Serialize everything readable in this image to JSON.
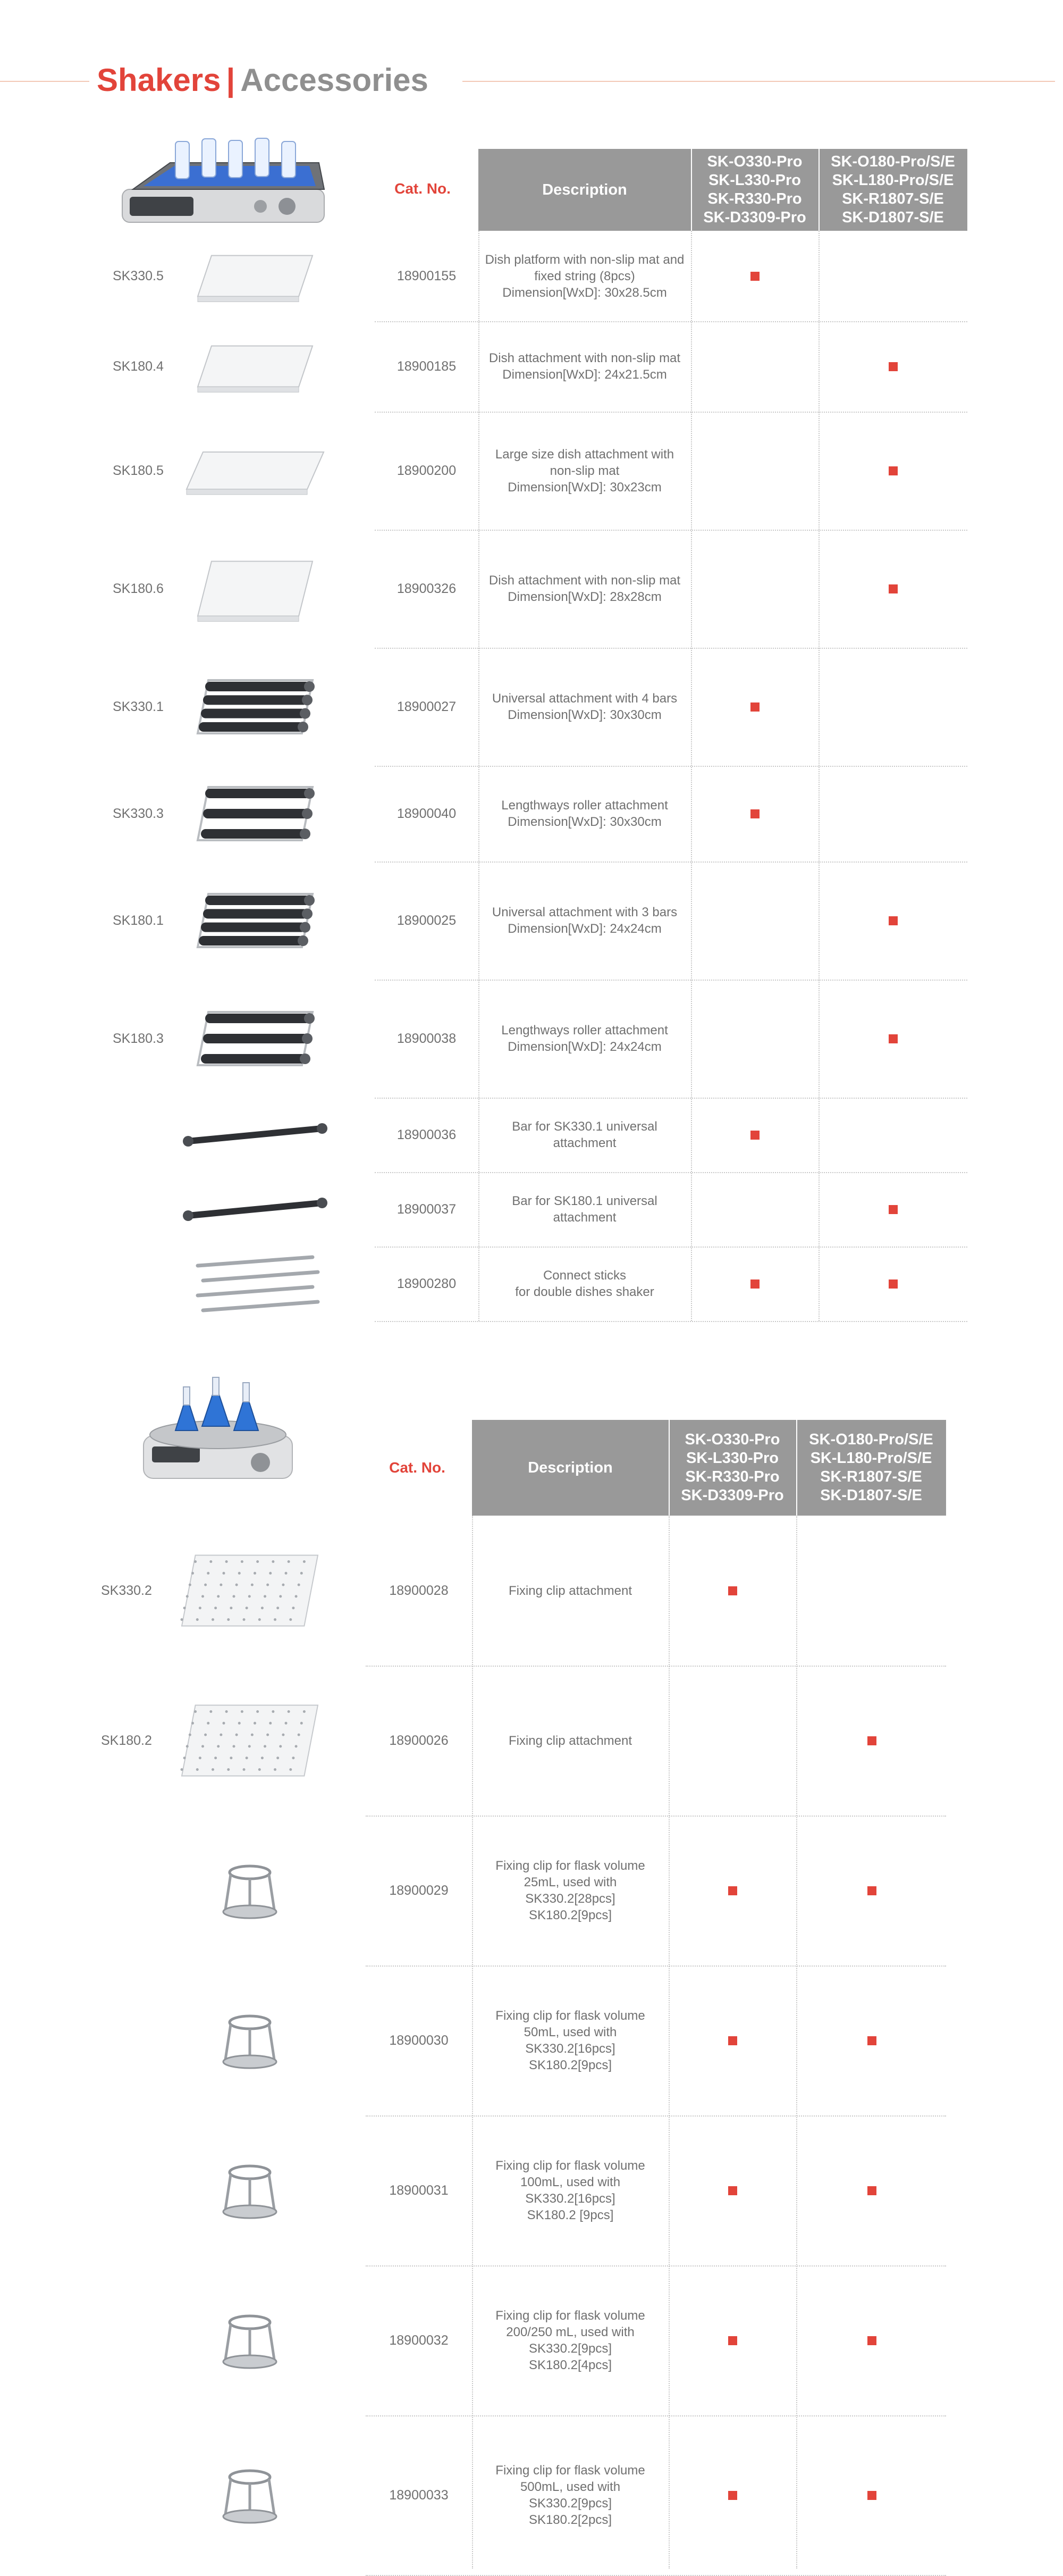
{
  "header": {
    "title_main": "Shakers",
    "separator": "|",
    "title_sub": "Accessories"
  },
  "colors": {
    "accent": "#e2443a",
    "header_fill": "#999999",
    "title_grey": "#8f8f8f",
    "mark": "#e2443a"
  },
  "table1": {
    "cat_label": "Cat. No.",
    "desc_label": "Description",
    "col1_models": [
      "SK-O330-Pro",
      "SK-L330-Pro",
      "SK-R330-Pro",
      "SK-D3309-Pro"
    ],
    "col2_models": [
      "SK-O180-Pro/S/E",
      "SK-L180-Pro/S/E",
      "SK-R1807-S/E",
      "SK-D1807-S/E"
    ],
    "rows": [
      {
        "model": "SK330.5",
        "cat": "18900155",
        "desc": [
          "Dish platform with non-slip mat and",
          "fixed string (8pcs)",
          "Dimension[WxD]: 30x28.5cm"
        ],
        "c1": true,
        "c2": false,
        "icon": "dish-platform-icon"
      },
      {
        "model": "SK180.4",
        "cat": "18900185",
        "desc": [
          "Dish attachment with non-slip mat",
          "Dimension[WxD]: 24x21.5cm"
        ],
        "c1": false,
        "c2": true,
        "icon": "dish-attachment-icon"
      },
      {
        "model": "SK180.5",
        "cat": "18900200",
        "desc": [
          "Large size dish attachment with",
          "non-slip mat",
          "Dimension[WxD]: 30x23cm"
        ],
        "c1": false,
        "c2": true,
        "icon": "large-dish-attachment-icon"
      },
      {
        "model": "SK180.6",
        "cat": "18900326",
        "desc": [
          "Dish attachment with non-slip mat",
          "Dimension[WxD]: 28x28cm"
        ],
        "c1": false,
        "c2": true,
        "icon": "dish-attachment-icon"
      },
      {
        "model": "SK330.1",
        "cat": "18900027",
        "desc": [
          "Universal attachment with 4 bars",
          "Dimension[WxD]: 30x30cm"
        ],
        "c1": true,
        "c2": false,
        "icon": "universal-attachment-icon"
      },
      {
        "model": "SK330.3",
        "cat": "18900040",
        "desc": [
          "Lengthways roller attachment",
          "Dimension[WxD]: 30x30cm"
        ],
        "c1": true,
        "c2": false,
        "icon": "roller-attachment-icon"
      },
      {
        "model": "SK180.1",
        "cat": "18900025",
        "desc": [
          "Universal attachment with 3 bars",
          "Dimension[WxD]: 24x24cm"
        ],
        "c1": false,
        "c2": true,
        "icon": "universal-attachment-icon"
      },
      {
        "model": "SK180.3",
        "cat": "18900038",
        "desc": [
          "Lengthways roller attachment",
          "Dimension[WxD]: 24x24cm"
        ],
        "c1": false,
        "c2": true,
        "icon": "roller-attachment-icon"
      },
      {
        "model": "",
        "cat": "18900036",
        "desc": [
          "Bar for SK330.1 universal",
          "attachment"
        ],
        "c1": true,
        "c2": false,
        "icon": "bar-icon"
      },
      {
        "model": "",
        "cat": "18900037",
        "desc": [
          "Bar for SK180.1 universal",
          "attachment"
        ],
        "c1": false,
        "c2": true,
        "icon": "bar-icon"
      },
      {
        "model": "",
        "cat": "18900280",
        "desc": [
          "Connect sticks",
          "for double dishes shaker"
        ],
        "c1": true,
        "c2": true,
        "icon": "connect-sticks-icon"
      }
    ]
  },
  "table2": {
    "cat_label": "Cat. No.",
    "desc_label": "Description",
    "col1_models": [
      "SK-O330-Pro",
      "SK-L330-Pro",
      "SK-R330-Pro",
      "SK-D3309-Pro"
    ],
    "col2_models": [
      "SK-O180-Pro/S/E",
      "SK-L180-Pro/S/E",
      "SK-R1807-S/E",
      "SK-D1807-S/E"
    ],
    "rows": [
      {
        "model": "SK330.2",
        "cat": "18900028",
        "desc": [
          "Fixing clip attachment"
        ],
        "c1": true,
        "c2": false,
        "icon": "perforated-platform-icon"
      },
      {
        "model": "SK180.2",
        "cat": "18900026",
        "desc": [
          "Fixing clip attachment"
        ],
        "c1": false,
        "c2": true,
        "icon": "perforated-platform-icon"
      },
      {
        "model": "",
        "cat": "18900029",
        "desc": [
          "Fixing clip for flask volume",
          "25mL, used with",
          "SK330.2[28pcs]",
          "SK180.2[9pcs]"
        ],
        "c1": true,
        "c2": true,
        "icon": "flask-clip-icon"
      },
      {
        "model": "",
        "cat": "18900030",
        "desc": [
          "Fixing clip for flask volume",
          "50mL, used with",
          "SK330.2[16pcs]",
          "SK180.2[9pcs]"
        ],
        "c1": true,
        "c2": true,
        "icon": "flask-clip-icon"
      },
      {
        "model": "",
        "cat": "18900031",
        "desc": [
          "Fixing clip for flask volume",
          "100mL, used with",
          "SK330.2[16pcs]",
          "SK180.2 [9pcs]"
        ],
        "c1": true,
        "c2": true,
        "icon": "flask-clip-icon"
      },
      {
        "model": "",
        "cat": "18900032",
        "desc": [
          "Fixing clip for flask volume",
          "200/250 mL, used with",
          "SK330.2[9pcs]",
          "SK180.2[4pcs]"
        ],
        "c1": true,
        "c2": true,
        "icon": "flask-clip-icon"
      },
      {
        "model": "",
        "cat": "18900033",
        "desc": [
          "Fixing clip for flask volume",
          "500mL, used with",
          "SK330.2[9pcs]",
          "SK180.2[2pcs]"
        ],
        "c1": true,
        "c2": true,
        "icon": "flask-clip-icon"
      }
    ]
  }
}
